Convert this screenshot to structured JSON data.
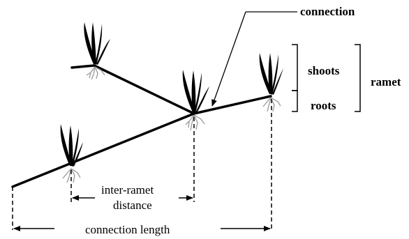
{
  "labels": {
    "connection": "connection",
    "shoots": "shoots",
    "roots": "roots",
    "ramet": "ramet",
    "inter_ramet_line1": "inter-ramet",
    "inter_ramet_line2": "distance",
    "connection_length": "connection length"
  },
  "colors": {
    "stroke": "#000000",
    "roots": "#999999"
  }
}
